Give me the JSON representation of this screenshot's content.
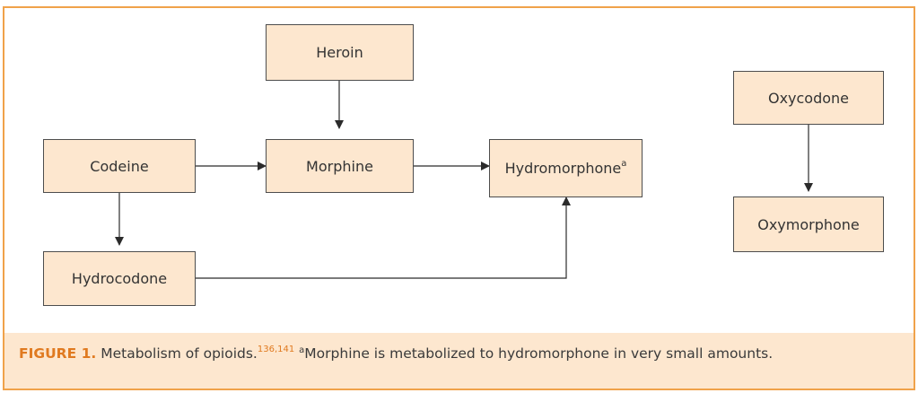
{
  "diagram": {
    "nodes": {
      "heroin": "Heroin",
      "codeine": "Codeine",
      "morphine": "Morphine",
      "hydromorphone": "Hydromorphone",
      "hydromorphone_note": "a",
      "hydrocodone": "Hydrocodone",
      "oxycodone": "Oxycodone",
      "oxymorphone": "Oxymorphone"
    },
    "edges": [
      {
        "from": "heroin",
        "to": "morphine"
      },
      {
        "from": "codeine",
        "to": "morphine"
      },
      {
        "from": "morphine",
        "to": "hydromorphone"
      },
      {
        "from": "codeine",
        "to": "hydrocodone"
      },
      {
        "from": "hydrocodone",
        "to": "hydromorphone"
      },
      {
        "from": "oxycodone",
        "to": "oxymorphone"
      }
    ]
  },
  "caption": {
    "label": "FIGURE 1.",
    "title": "Metabolism of opioids.",
    "citation": "136,141",
    "note_mark": "a",
    "note": "Morphine is metabolized to hydromorphone in very small amounts."
  },
  "colors": {
    "frame": "#f0a24a",
    "node_fill": "#fde7cf",
    "node_border": "#4d4d4d",
    "accent": "#e07a20"
  }
}
